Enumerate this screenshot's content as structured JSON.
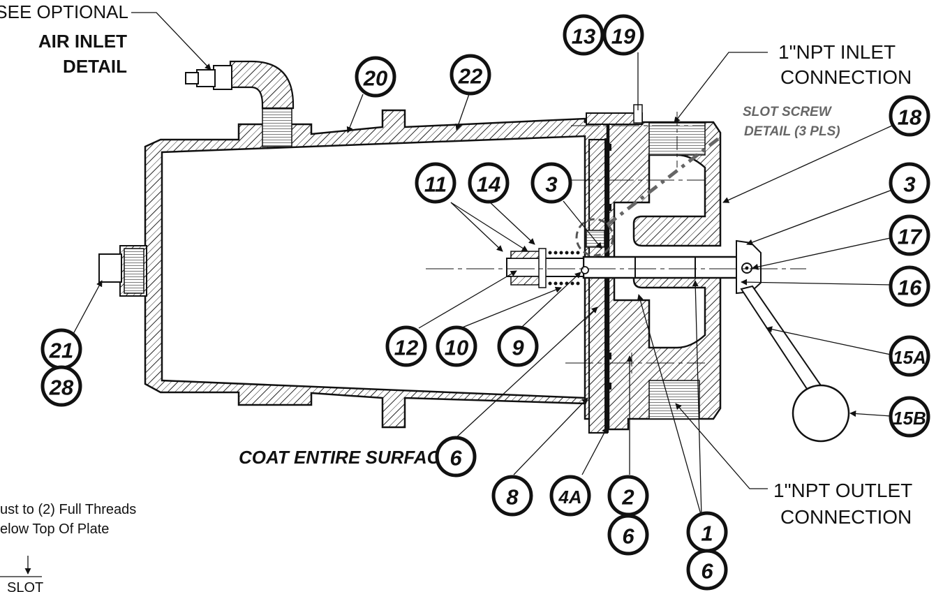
{
  "notes": {
    "see_optional": "SEE OPTIONAL",
    "air_inlet": "AIR INLET",
    "detail": "DETAIL",
    "inlet_line1": "1\"NPT INLET",
    "inlet_line2": "CONNECTION",
    "outlet_line1": "1\"NPT OUTLET",
    "outlet_line2": "CONNECTION",
    "slot_screw_line1": "SLOT SCREW",
    "slot_screw_line2": "DETAIL (3 PLS)",
    "coat_entire_surface": "COAT ENTIRE SURFACE",
    "adjust_line1": "ust to (2) Full Threads",
    "adjust_line2": "elow Top Of Plate",
    "slot": "SLOT"
  },
  "callouts": {
    "c13": "13",
    "c19": "19",
    "c22": "22",
    "c20": "20",
    "c18": "18",
    "c11": "11",
    "c14": "14",
    "c3_upper": "3",
    "c3_right": "3",
    "c17": "17",
    "c16": "16",
    "c15a": "15A",
    "c15b": "15B",
    "c12": "12",
    "c10": "10",
    "c9": "9",
    "c21": "21",
    "c28": "28",
    "c6_coat": "6",
    "c8": "8",
    "c4a": "4A",
    "c2": "2",
    "c6_lower": "6",
    "c1": "1",
    "c6_bottom": "6"
  },
  "colors": {
    "line": "#111111",
    "slot_screw_accent": "#666666"
  }
}
